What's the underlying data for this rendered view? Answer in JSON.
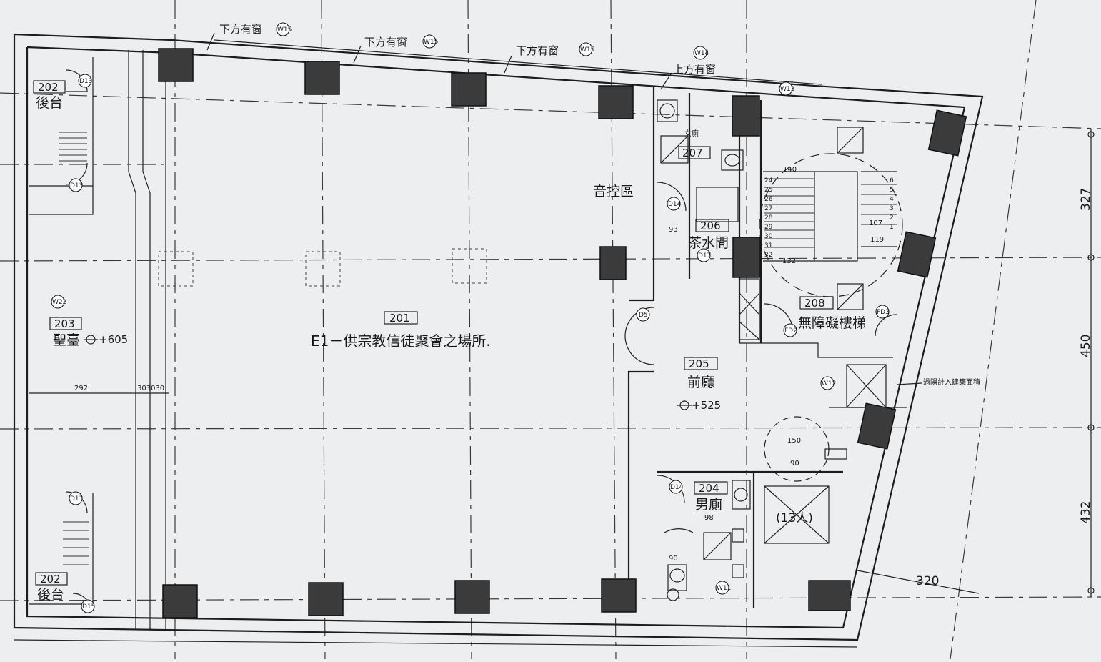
{
  "rooms": {
    "backstage_top": {
      "number": "202",
      "name": "後台"
    },
    "backstage_bottom": {
      "number": "202",
      "name": "後台"
    },
    "altar": {
      "number": "203",
      "name": "聖臺",
      "level": "+605"
    },
    "hall": {
      "number": "201",
      "description": "E1－供宗教信徒聚會之場所."
    },
    "lobby": {
      "number": "205",
      "name": "前廳",
      "level": "+525"
    },
    "pantry": {
      "number": "206",
      "name": "茶水間"
    },
    "womens_wc": {
      "number": "207",
      "name": "女廁"
    },
    "mens_wc": {
      "number": "204",
      "name": "男廁"
    },
    "accessible_stair": {
      "number": "208",
      "name": "無障礙樓梯"
    },
    "sound_control": {
      "name": "音控區"
    },
    "elevator": {
      "capacity": "(13人)"
    }
  },
  "window_notes": {
    "w1": "下方有窗",
    "w2": "下方有窗",
    "w3": "下方有窗",
    "w4": "上方有窗"
  },
  "tags": {
    "W15a": "W15",
    "W15b": "W15",
    "W15c": "W15",
    "W14": "W14",
    "W13": "W13",
    "W22": "W22",
    "W12": "W12",
    "W11": "W11",
    "D13a": "D13",
    "D13b": "D13",
    "D13c": "D13",
    "D15": "D15",
    "D14a": "D14",
    "D14b": "D14",
    "D5": "D5",
    "D17": "D17",
    "FD2": "FD2",
    "FD3": "FD3"
  },
  "small_dims": {
    "d292": "292",
    "d303030": "303030",
    "d93": "93",
    "d140": "140",
    "d107": "107",
    "d119": "119",
    "d132": "132",
    "d150": "150",
    "d90a": "90",
    "d98": "98",
    "d90b": "90"
  },
  "stair_steps": [
    "24",
    "25",
    "26",
    "27",
    "28",
    "29",
    "30",
    "31",
    "32"
  ],
  "stair_steps_right": [
    "6",
    "5",
    "4",
    "3",
    "2",
    "1"
  ],
  "right_dimensions": {
    "seg1": "327",
    "seg2": "450",
    "seg3": "432"
  },
  "bottom_dimension": "320",
  "annotation": "過陽計入建築面積"
}
